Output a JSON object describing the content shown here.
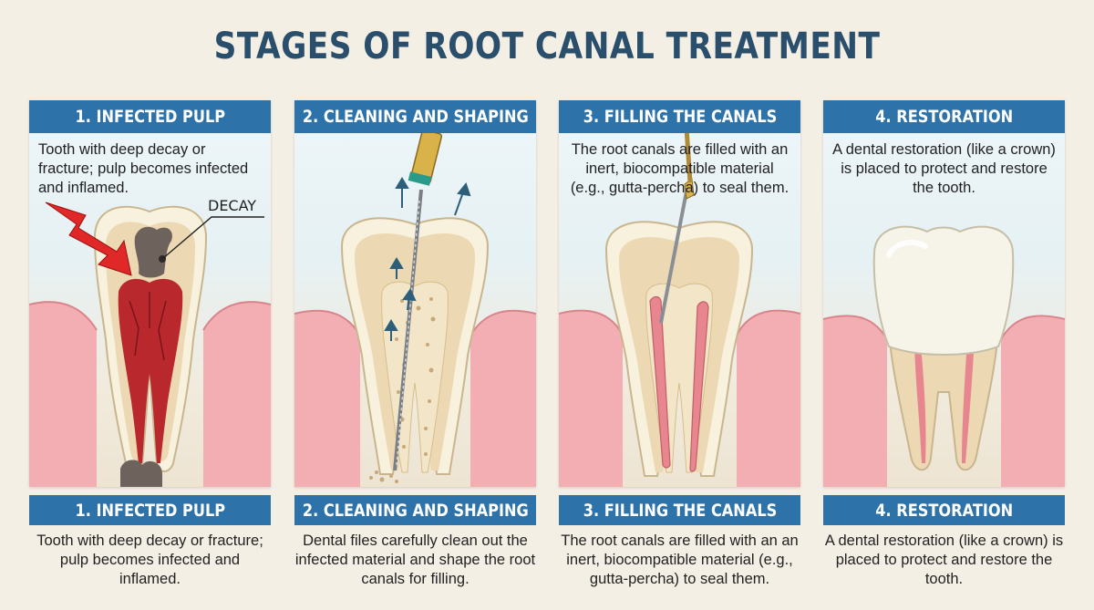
{
  "title": "STAGES OF ROOT CANAL TREATMENT",
  "panels": [
    {
      "heading": "1. INFECTED PULP",
      "text": "Tooth with deep decay or fracture; pulp becomes infected and inflamed.",
      "callout": "DECAY"
    },
    {
      "heading": "2. CLEANING AND SHAPING",
      "text": ""
    },
    {
      "heading": "3. FILLING THE CANALS",
      "text": "The root canals are filled with an inert, biocompatible material (e.g., gutta-percha) to seal them."
    },
    {
      "heading": "4. RESTORATION",
      "text": "A dental restoration (like a crown) is placed to protect and restore the tooth."
    }
  ],
  "captions": [
    {
      "heading": "1. INFECTED PULP",
      "text": "Tooth with deep decay or fracture; pulp becomes infected and inflamed."
    },
    {
      "heading": "2. CLEANING AND SHAPING",
      "text": "Dental files carefully clean out the infected material and shape the root canals for filling."
    },
    {
      "heading": "3. FILLING THE CANALS",
      "text": "The root canals are filled with an an inert, biocompatible material (e.g., gutta-percha) to seal them."
    },
    {
      "heading": "4. RESTORATION",
      "text": "A dental restoration (like a crown) is placed to protect and restore the tooth."
    }
  ],
  "colors": {
    "banner": "#2d72a8",
    "title": "#2a4f6c",
    "gum": "#f0a7ad",
    "enamel": "#f7f1de",
    "dentin": "#ecd9b3",
    "pulp_infected": "#b8282c",
    "gutta_percha": "#e7868e",
    "crown": "#f6f3e8"
  }
}
